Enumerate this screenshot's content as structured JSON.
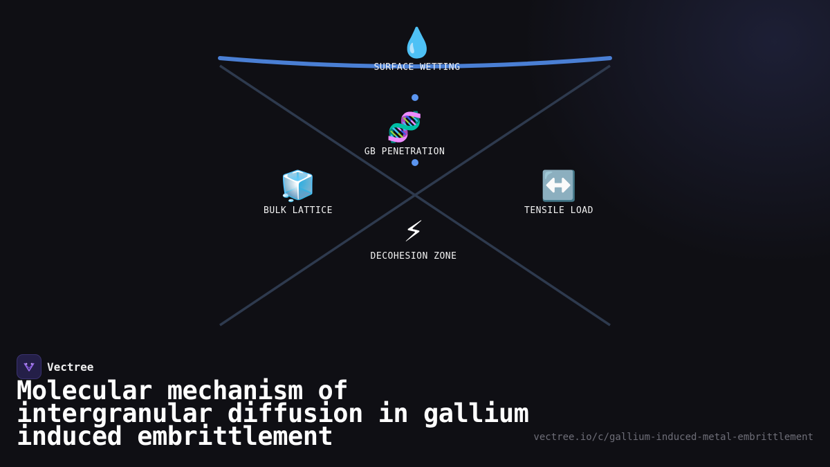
{
  "diagram": {
    "nodes": [
      {
        "id": "surface",
        "emoji": "💧",
        "icon": "droplet-icon",
        "label": "SURFACE WETTING"
      },
      {
        "id": "gb",
        "emoji": "🧬",
        "icon": "dna-icon",
        "label": "GB PENETRATION"
      },
      {
        "id": "bulk",
        "emoji": "🧊",
        "icon": "ice-cube-icon",
        "label": "BULK LATTICE"
      },
      {
        "id": "tensile",
        "emoji": "↔️",
        "icon": "left-right-arrow-icon",
        "label": "TENSILE LOAD"
      },
      {
        "id": "decohesion",
        "emoji": "⚡",
        "icon": "lightning-icon",
        "label": "DECOHESION ZONE"
      }
    ],
    "colors": {
      "wetting_line": "#4a7fd4",
      "grain_lines": "#2e3a4e",
      "dot": "#5b95f0"
    }
  },
  "brand": {
    "name": "Vectree",
    "logo_color": "#241f48"
  },
  "title": "Molecular mechanism of intergranular diffusion in gallium induced embrittlement",
  "url": "vectree.io/c/gallium-induced-metal-embrittlement"
}
